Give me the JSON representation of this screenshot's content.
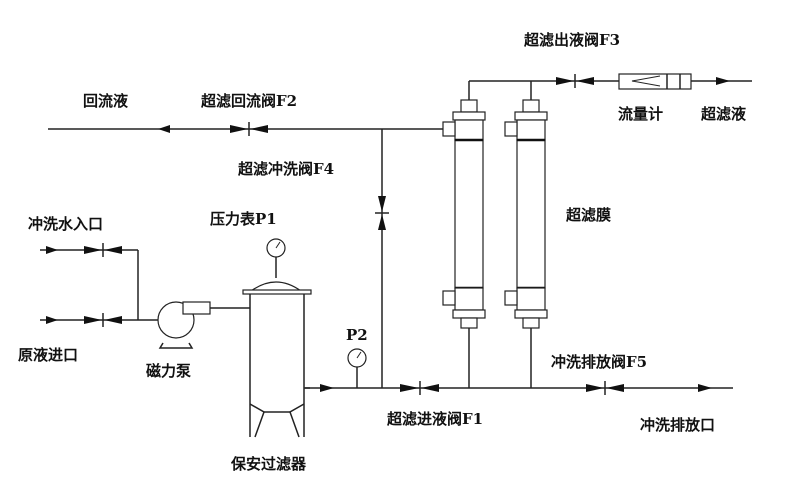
{
  "labels": {
    "return_liquid": "回流液",
    "valve_f2": "超滤回流阀F2",
    "valve_f3": "超滤出液阀F3",
    "flowmeter": "流量计",
    "permeate": "超滤液",
    "valve_f4": "超滤冲洗阀F4",
    "membrane": "超滤膜",
    "gauge_p1": "压力表P1",
    "flush_inlet": "冲洗水入口",
    "raw_inlet": "原液进口",
    "pump": "磁力泵",
    "gauge_p2": "P2",
    "valve_f5": "冲洗排放阀F5",
    "valve_f1": "超滤进液阀F1",
    "flush_outlet": "冲洗排放口",
    "security_filter": "保安过滤器"
  },
  "colors": {
    "line": "#222222",
    "background": "#ffffff"
  }
}
